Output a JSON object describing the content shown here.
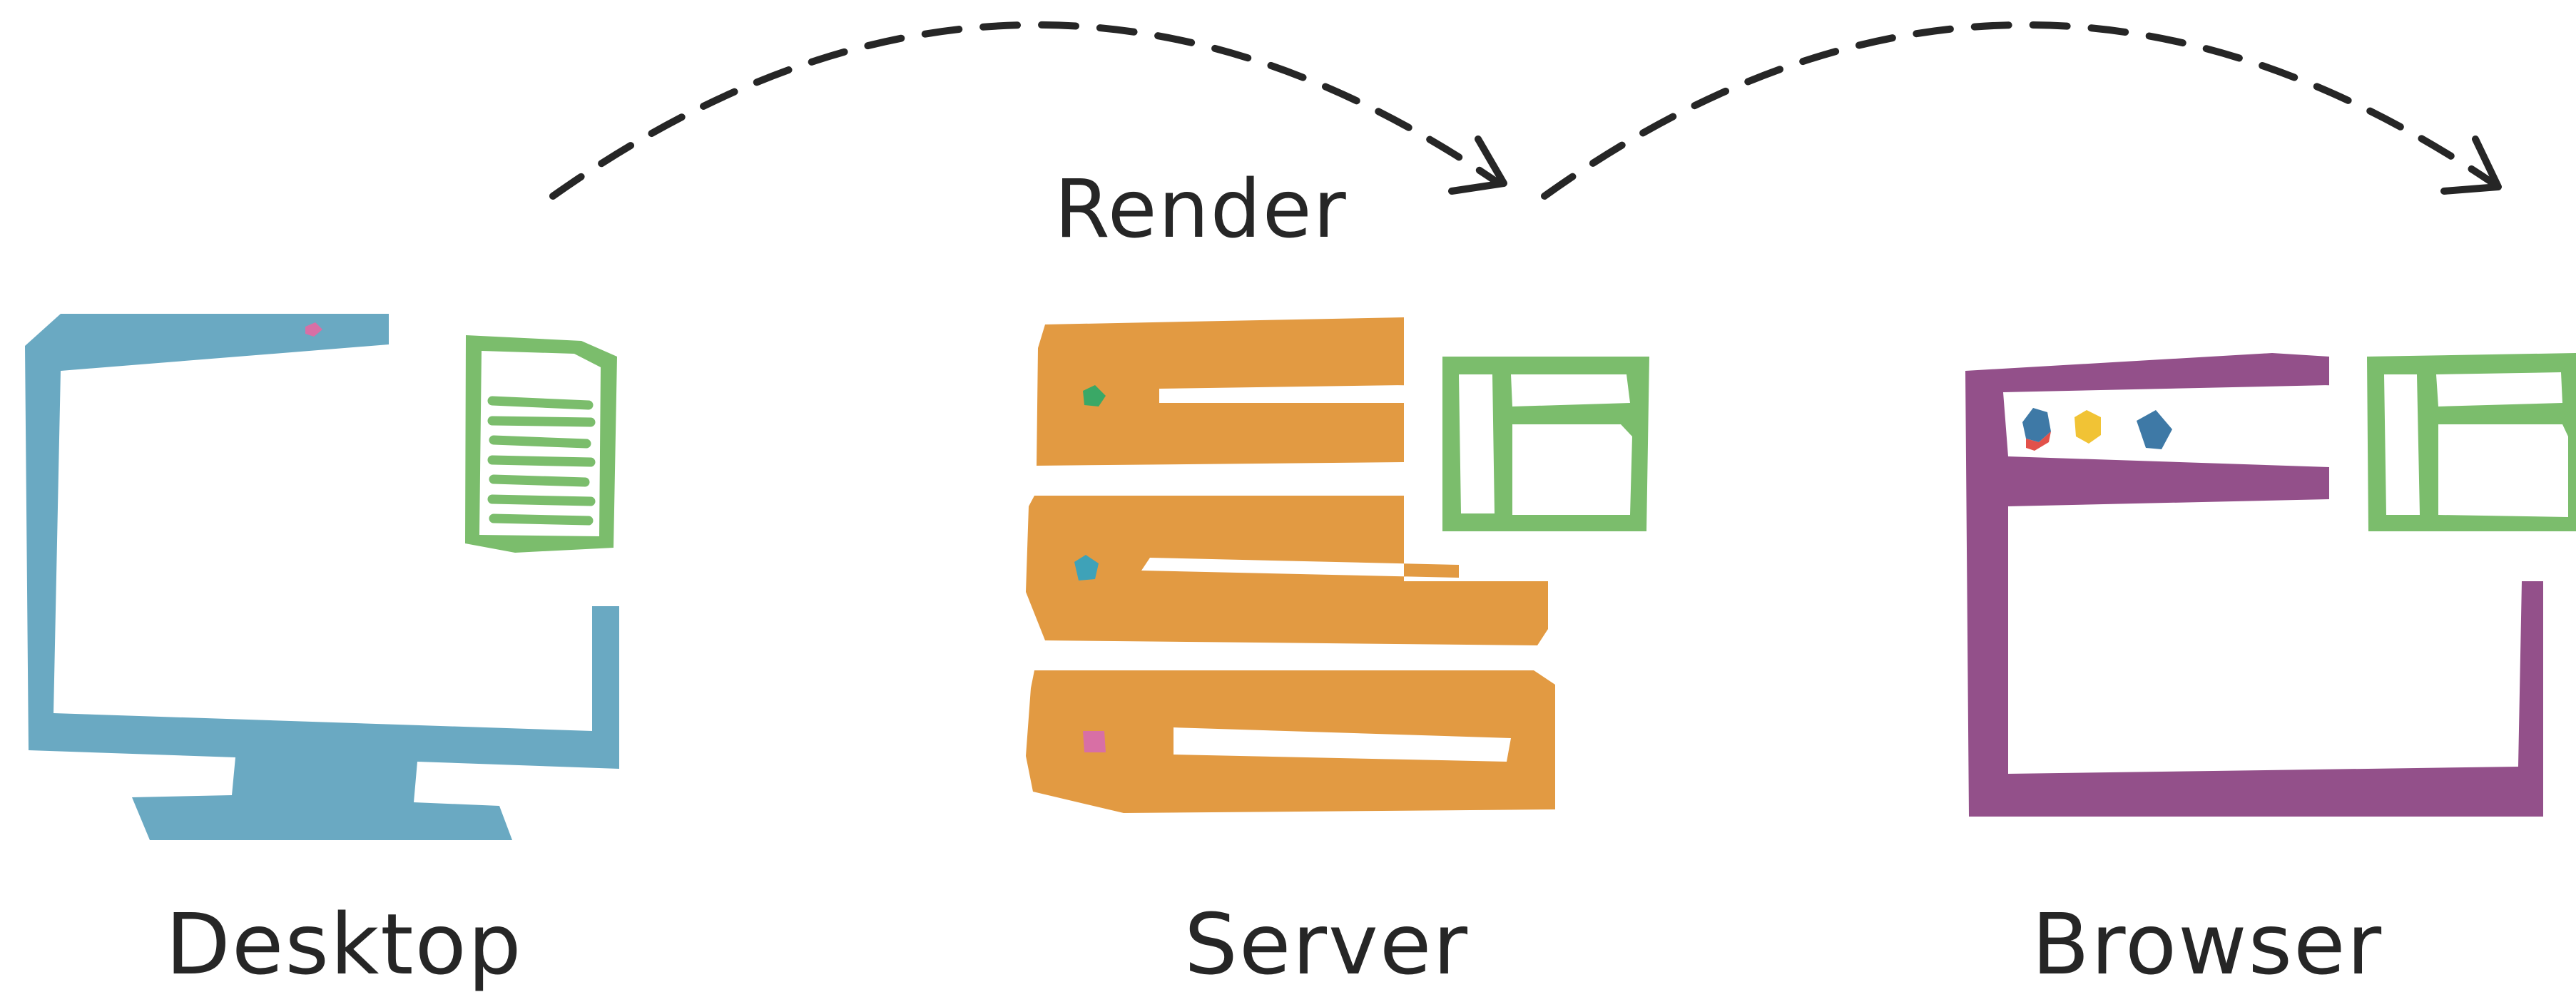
{
  "labels": {
    "desktop": "Desktop",
    "server": "Server",
    "browser": "Browser",
    "render": "Render"
  },
  "colors": {
    "desktop": "#6aa9c2",
    "server": "#e29a42",
    "browser": "#93508a",
    "document": "#7bbd6c",
    "arrow": "#262626",
    "text": "#262626"
  },
  "icons": {
    "desktop": "monitor-icon",
    "desktop_doc": "document-icon",
    "server": "server-rack-icon",
    "server_layout": "layout-icon",
    "browser": "browser-window-icon",
    "browser_layout": "layout-icon"
  }
}
